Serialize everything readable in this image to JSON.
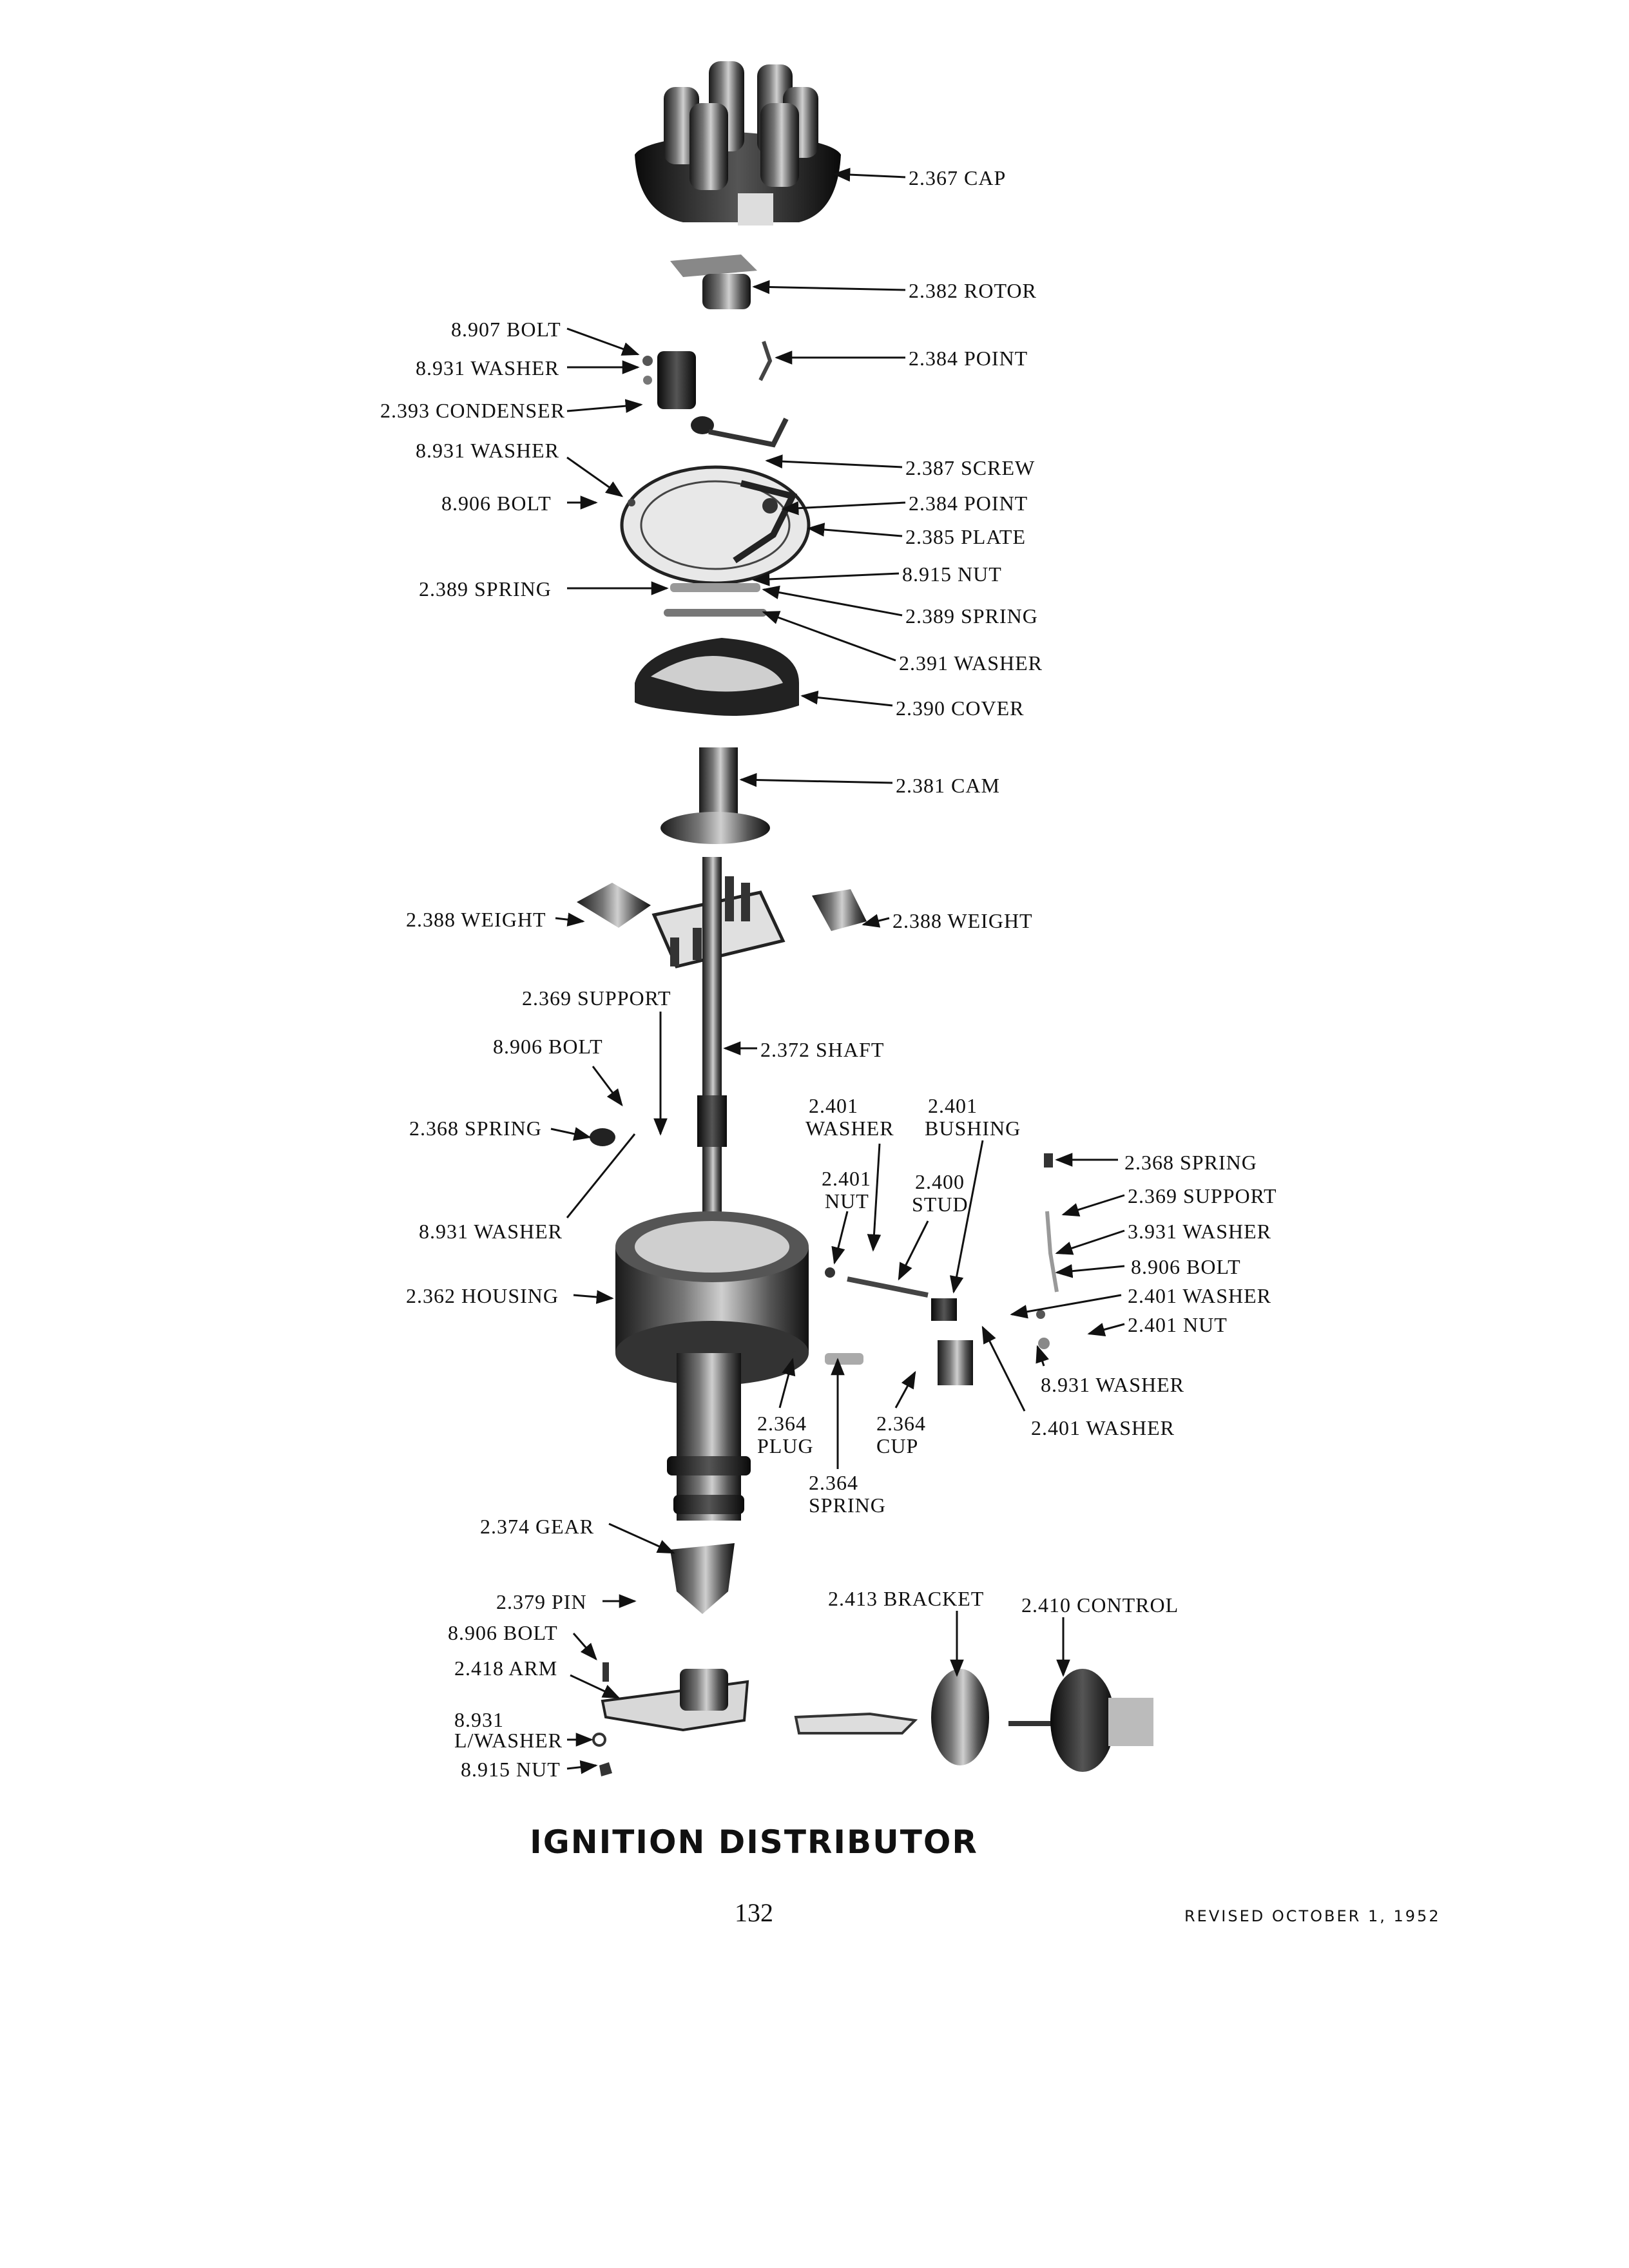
{
  "title": "IGNITION DISTRIBUTOR",
  "page_number": "132",
  "revised": "REVISED OCTOBER 1, 1952",
  "labels": {
    "cap": "2.367 CAP",
    "rotor": "2.382 ROTOR",
    "bolt_8907": "8.907 BOLT",
    "washer_8931_a": "8.931 WASHER",
    "point_a": "2.384 POINT",
    "condenser": "2.393 CONDENSER",
    "washer_8931_b": "8.931 WASHER",
    "screw": "2.387 SCREW",
    "bolt_8906_a": "8.906 BOLT",
    "point_b": "2.384 POINT",
    "plate": "2.385 PLATE",
    "nut_8915_a": "8.915 NUT",
    "spring_2389_a": "2.389 SPRING",
    "spring_2389_b": "2.389 SPRING",
    "washer_2391": "2.391 WASHER",
    "cover": "2.390 COVER",
    "cam": "2.381 CAM",
    "weight_left": "2.388 WEIGHT",
    "weight_right": "2.388 WEIGHT",
    "support_left": "2.369 SUPPORT",
    "bolt_8906_b": "8.906 BOLT",
    "shaft": "2.372 SHAFT",
    "spring_2368_left": "2.368 SPRING",
    "washer_2401_top_num": "2.401",
    "washer_2401_top_txt": "WASHER",
    "bushing_num": "2.401",
    "bushing_txt": "BUSHING",
    "spring_2368_right": "2.368 SPRING",
    "support_right": "2.369 SUPPORT",
    "nut_2401_num": "2.401",
    "nut_2401_txt": "NUT",
    "stud_num": "2.400",
    "stud_txt": "STUD",
    "washer_8931_c": "8.931 WASHER",
    "washer_3931": "3.931 WASHER",
    "bolt_8906_c": "8.906 BOLT",
    "housing": "2.362 HOUSING",
    "washer_2401_r": "2.401 WASHER",
    "nut_2401_r": "2.401 NUT",
    "washer_8931_d": "8.931 WASHER",
    "plug_num": "2.364",
    "plug_txt": "PLUG",
    "cup_num": "2.364",
    "cup_txt": "CUP",
    "washer_2401_b": "2.401 WASHER",
    "spring_2364_num": "2.364",
    "spring_2364_txt": "SPRING",
    "gear": "2.374 GEAR",
    "pin": "2.379 PIN",
    "bracket": "2.413 BRACKET",
    "control": "2.410 CONTROL",
    "bolt_8906_d": "8.906 BOLT",
    "arm": "2.418 ARM",
    "lwasher_num": "8.931",
    "lwasher_txt": "L/WASHER",
    "nut_8915_b": "8.915 NUT"
  }
}
